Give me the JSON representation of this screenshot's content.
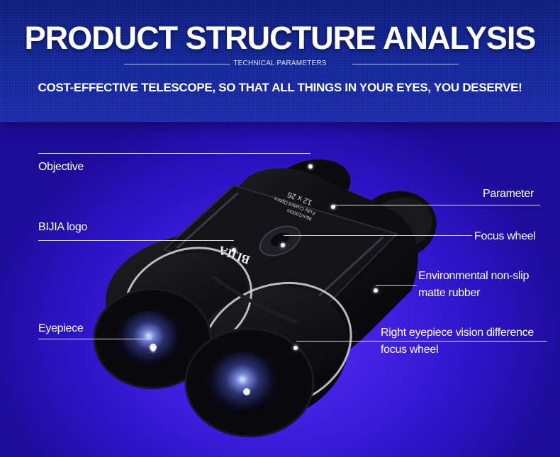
{
  "header": {
    "title": "PRODUCT STRUCTURE ANALYSIS",
    "subtitle": "TECHNICAL PARAMETERS",
    "tagline": "COST-EFFECTIVE TELESCOPE, SO THAT ALL THINGS IN YOUR EYES, YOU DESERVE!"
  },
  "callouts": {
    "objective": "Objective",
    "bijia_logo": "BIJIA logo",
    "eyepiece": "Eyepiece",
    "parameter": "Parameter",
    "focus_wheel": "Focus wheel",
    "rubber_line1": "Environmental non-slip",
    "rubber_line2": "matte rubber",
    "right_eye_line1": "Right eyepiece vision difference",
    "right_eye_line2": "focus wheel"
  },
  "product": {
    "brand_text": "BIJIA",
    "spec_line1": "12 x 26",
    "spec_line2": "Fully Coated Optics",
    "spec_line3": "96m/1000m"
  },
  "colors": {
    "background": "#3f1fe0",
    "header": "#13279a",
    "text": "#ffffff",
    "body": "#0c0c10"
  }
}
